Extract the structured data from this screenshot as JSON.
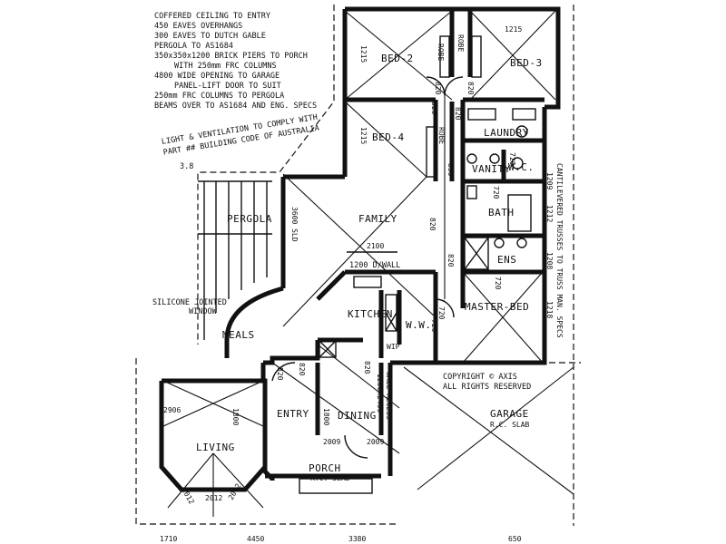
{
  "notes": [
    "COFFERED CEILING TO ENTRY",
    "450 EAVES OVERHANGS",
    "300 EAVES TO DUTCH GABLE",
    "PERGOLA TO AS1684",
    "350x350x1200 BRICK PIERS TO PORCH",
    "WITH 250mm FRC COLUMNS",
    "4800 WIDE OPENING TO GARAGE",
    "PANEL-LIFT DOOR TO SUIT",
    "250mm FRC COLUMNS TO PERGOLA",
    "BEAMS OVER TO AS1684 AND ENG. SPECS"
  ],
  "compliance_note": [
    "LIGHT & VENTILATION TO COMPLY WITH",
    "PART ## BUILDING CODE OF AUSTRALIA"
  ],
  "compliance_mark": "3.8",
  "rooms": {
    "bed2": "BED-2",
    "bed3": "BED-3",
    "bed4": "BED-4",
    "robe": "ROBE",
    "laundry": "LAUNDRY",
    "vanity": "VANITY",
    "wc": "W.C.",
    "bath": "BATH",
    "ens": "ENS",
    "family": "FAMILY",
    "pergola": "PERGOLA",
    "kitchen": "KITCHEN",
    "ww": "W.W.",
    "wip": "WIP",
    "master": "MASTER-BED",
    "meals": "MEALS",
    "entry": "ENTRY",
    "dining": "DINING",
    "living": "LIVING",
    "porch": "PORCH",
    "porch_slab": "R.C. SLAB",
    "garage": "GARAGE",
    "garage_slab": "R.C. SLAB",
    "wall_recess": "WALL RECESS",
    "recess_size": "1200x2400"
  },
  "labels": {
    "silicone": "SILICONE JOINTED",
    "window": "WINDOW",
    "d_wall": "1200 D/WALL",
    "sld": "3600 SLD",
    "cantilever": "CANTILEVERED TRUSSES TO TRUSS MAN. SPECS",
    "copyright": "COPYRIGHT © AXIS",
    "rights": "ALL RIGHTS RESERVED"
  },
  "dims": {
    "d1215a": "1215",
    "d1215b": "1215",
    "d1215c": "1215",
    "d820a": "820",
    "d820b": "820",
    "d820c": "820",
    "d820d": "820",
    "d820e": "820",
    "d820f": "820",
    "d820g": "820",
    "d820h": "820",
    "d820i": "820",
    "d850": "850",
    "d720a": "720",
    "d720b": "720",
    "d720c": "720",
    "d720d": "720",
    "d720e": "720",
    "d1209": "1209",
    "d1212": "1212",
    "d1208": "1208",
    "d1218": "1218",
    "d2100": "2100",
    "d2906": "2906",
    "d2012a": "2012",
    "d2012b": "2012",
    "d2012c": "2012",
    "d1800a": "1800",
    "d1800b": "1800",
    "d2009a": "2009",
    "d2009b": "2009",
    "d1710": "1710",
    "d4450": "4450",
    "d3380": "3380",
    "d650": "650"
  }
}
